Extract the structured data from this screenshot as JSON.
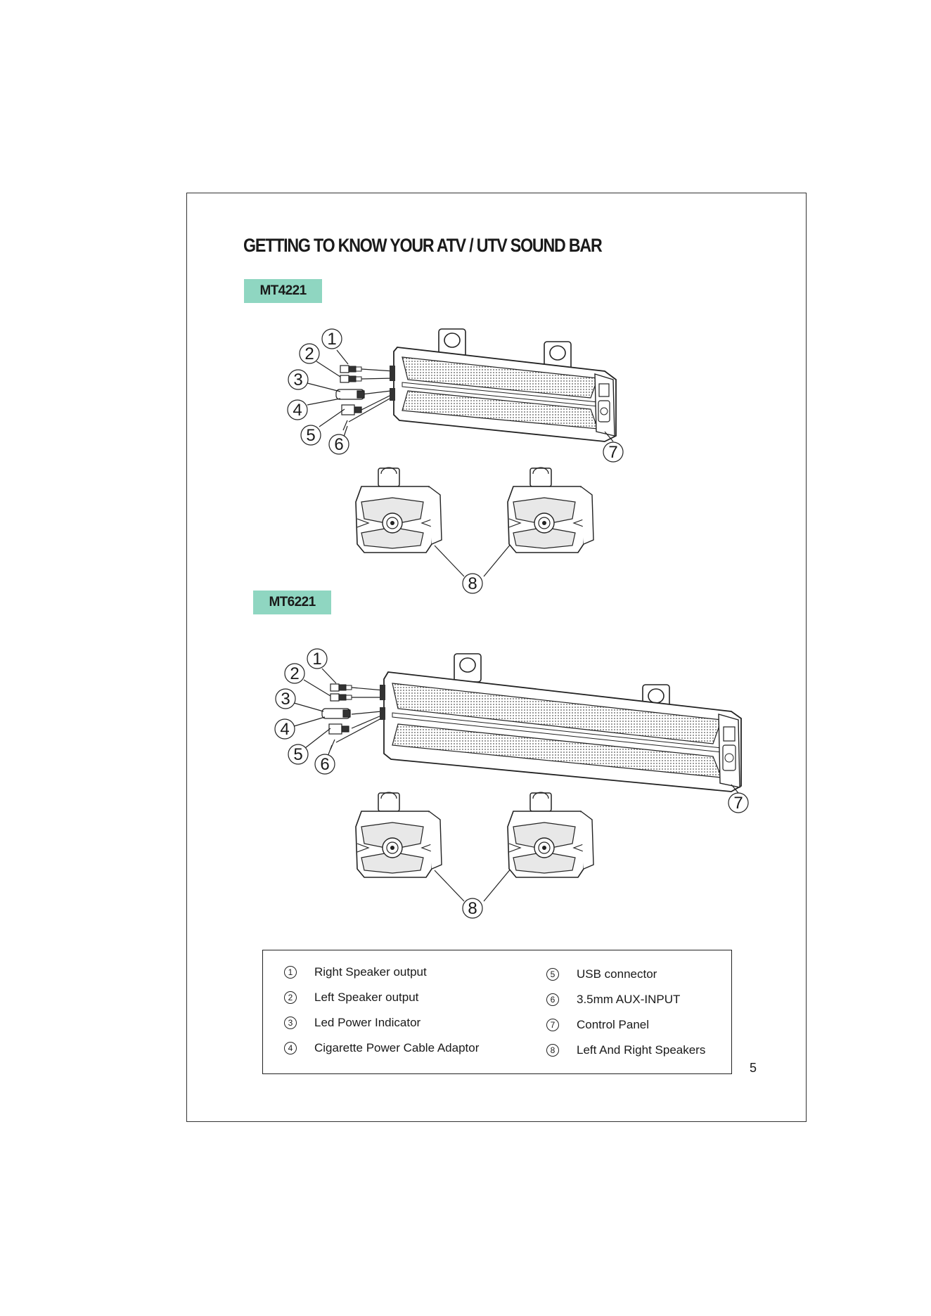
{
  "heading": "GETTING TO KNOW YOUR ATV / UTV SOUND BAR",
  "models": [
    {
      "label": "MT4221"
    },
    {
      "label": "MT6221"
    }
  ],
  "callouts": [
    "1",
    "2",
    "3",
    "4",
    "5",
    "6",
    "7",
    "8"
  ],
  "legend": [
    {
      "num": "1",
      "label": "Right Speaker output"
    },
    {
      "num": "2",
      "label": "Left Speaker output"
    },
    {
      "num": "3",
      "label": "Led Power Indicator"
    },
    {
      "num": "4",
      "label": "Cigarette Power Cable Adaptor"
    },
    {
      "num": "5",
      "label": "USB connector"
    },
    {
      "num": "6",
      "label": "3.5mm AUX-INPUT"
    },
    {
      "num": "7",
      "label": "Control Panel"
    },
    {
      "num": "8",
      "label": "Left And Right Speakers"
    }
  ],
  "page_number": "5",
  "colors": {
    "tag_background": "#8fd6c1",
    "line": "#222222"
  }
}
